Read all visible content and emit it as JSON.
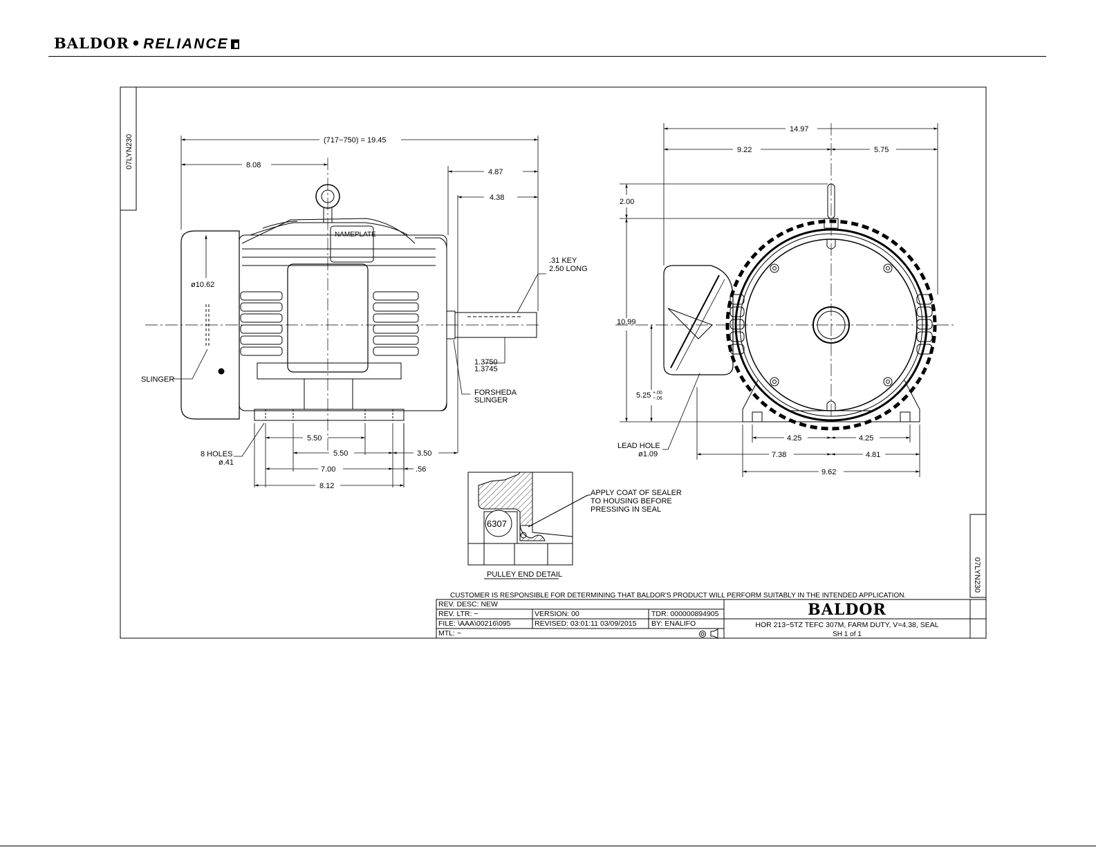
{
  "brand": {
    "part1": "BALDOR",
    "sep": "•",
    "part2": "RELIANCE"
  },
  "drawing": {
    "id": "07LYN230",
    "dims": {
      "overall_length": "(717−750) = 19.45",
      "d808": "8.08",
      "d487": "4.87",
      "d438": "4.38",
      "key_line1": ".31 KEY",
      "key_line2": "2.50 LONG",
      "dia1062": "ø10.62",
      "nameplate": "NAMEPLATE",
      "slinger": "SLINGER",
      "shaft1": "1.3750",
      "shaft2": "1.3745",
      "forsheda1": "FORSHEDA",
      "forsheda2": "SLINGER",
      "holes1": "8 HOLES",
      "holes2": "ø.41",
      "d550a": "5.50",
      "d550b": "5.50",
      "d350": "3.50",
      "d700": "7.00",
      "d056": ".56",
      "d812": "8.12",
      "d1497": "14.97",
      "d922": "9.22",
      "d575": "5.75",
      "d200": "2.00",
      "d1099": "10.99",
      "d525": "5.25",
      "tol_plus": "+.00",
      "tol_minus": "−.06",
      "lead1": "LEAD HOLE",
      "lead2": "ø1.09",
      "d425a": "4.25",
      "d425b": "4.25",
      "d738": "7.38",
      "d481": "4.81",
      "d962": "9.62",
      "bearing": "6307",
      "sealer1": "APPLY COAT OF SEALER",
      "sealer2": "TO HOUSING BEFORE",
      "sealer3": "PRESSING IN SEAL",
      "pulley": "PULLEY END DETAIL",
      "customer_note": "CUSTOMER IS RESPONSIBLE FOR DETERMINING THAT BALDOR'S PRODUCT WILL PERFORM SUITABLY IN THE INTENDED APPLICATION."
    },
    "title_block": {
      "rev_desc": "REV. DESC:  NEW",
      "rev_ltr": "REV. LTR:  −",
      "version": "VERSION: 00",
      "tdr": "TDR: 000000894905",
      "file": "FILE: \\AAA\\00216\\095",
      "revised": "REVISED: 03:01:11 03/09/2015",
      "by": "BY:  ENALIFO",
      "mtl": "MTL: −",
      "logo": "BALDOR",
      "description": "HOR 213−5TZ TEFC 307M, FARM DUTY, V=4.38, SEAL",
      "sheet": "SH 1 of 1"
    }
  }
}
